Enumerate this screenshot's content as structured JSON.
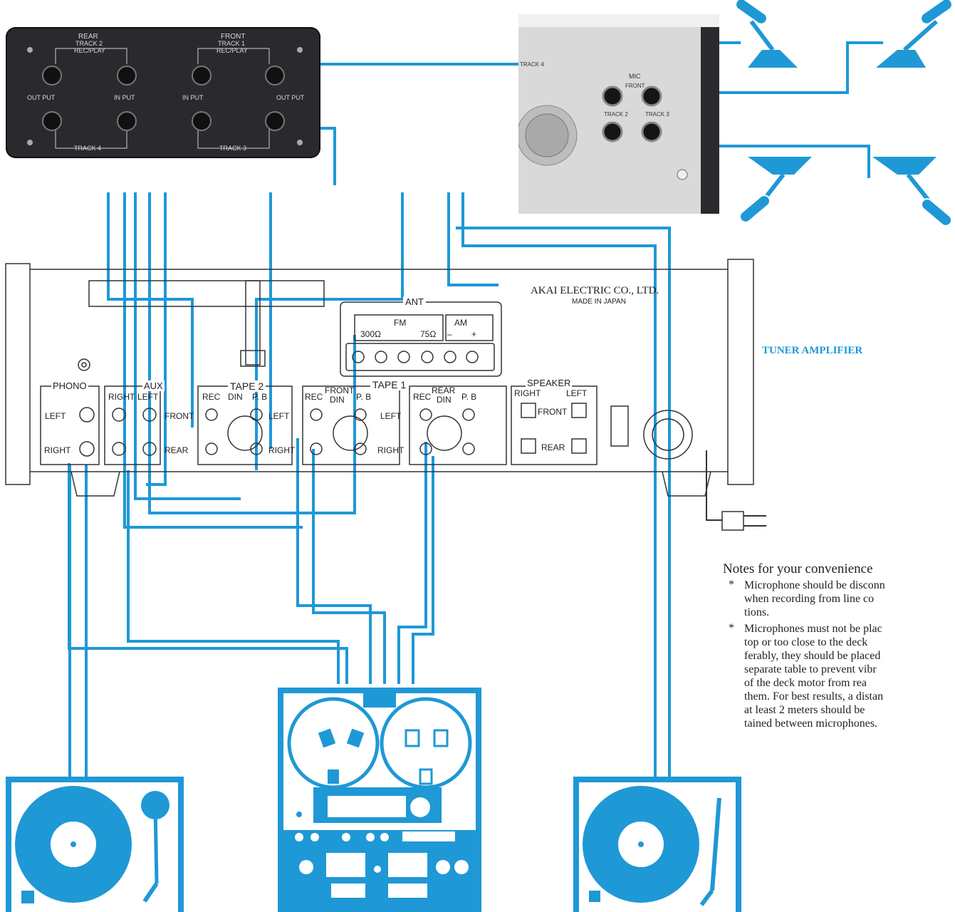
{
  "adaptor": {
    "rear": "REAR",
    "rear_track": "TRACK 2",
    "rear_recplay": "REC/PLAY",
    "front": "FRONT",
    "front_track": "TRACK 1",
    "front_recplay": "REC/PLAY",
    "output_left": "OUT PUT",
    "input_left": "IN PUT",
    "input_right": "IN PUT",
    "output_right": "OUT PUT",
    "track4": "TRACK 4",
    "track3": "TRACK 3"
  },
  "mic_panel": {
    "mic": "MIC",
    "front": "FRONT",
    "track2": "TRACK 2",
    "track3": "TRACK 3",
    "track4": "TRACK 4"
  },
  "amplifier": {
    "brand": "AKAI ELECTRIC CO., LTD.",
    "made_in": "MADE IN JAPAN",
    "ant": "ANT",
    "fm": "FM",
    "am": "AM",
    "ohm300": "300Ω",
    "ohm75": "75Ω",
    "minus": "–",
    "plus": "+",
    "phono": "PHONO",
    "aux": "AUX",
    "tape2": "TAPE 2",
    "tape1": "TAPE 1",
    "speaker": "SPEAKER",
    "right": "RIGHT",
    "left": "LEFT",
    "left_caps": "LEFT",
    "right_caps": "RIGHT",
    "front": "FRONT",
    "rear": "REAR",
    "rec": "REC",
    "din": "DIN",
    "pb": "P. B",
    "front_sub": "FRONT",
    "rear_sub": "REAR"
  },
  "tuner_label": "TUNER AMPLIFIER",
  "notes": {
    "title": "Notes for your convenience",
    "bullet": "*",
    "items": [
      [
        "Microphone should be disconn",
        "when recording from line co",
        "tions."
      ],
      [
        "Microphones must not be plac",
        "top or too close to the deck",
        "ferably, they should be placed",
        "separate table to prevent vibr",
        "of the deck motor from rea",
        "them. For best results, a distan",
        "at least 2 meters should be",
        "tained between microphones."
      ]
    ]
  },
  "colors": {
    "accent_blue": "#1f98d6",
    "panel_dark": "#2a2a2e",
    "line": "#333333"
  },
  "icons": [
    "microphone-icon",
    "turntable-icon",
    "reel-to-reel-deck-icon",
    "power-plug-icon"
  ]
}
